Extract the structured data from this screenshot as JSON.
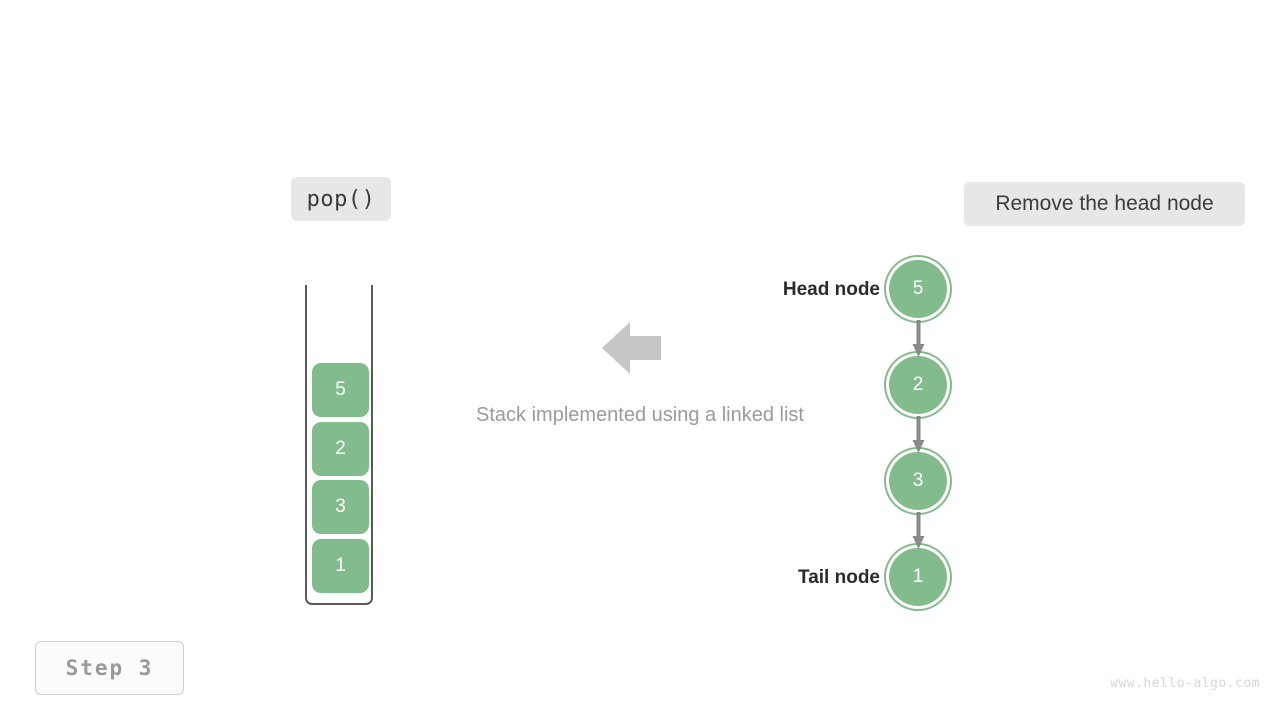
{
  "canvas": {
    "background": "#ffffff",
    "accent_green": "#82bc8c",
    "pill_background": "#e7e7e7",
    "arrow_gray": "#c6c6c6",
    "link_gray": "#8a8a8a",
    "caption_gray": "#9b9b9b"
  },
  "operation": {
    "label": "pop()"
  },
  "action": {
    "label": "Remove the head node"
  },
  "caption": {
    "text": "Stack implemented using a linked list"
  },
  "step": {
    "label": "Step 3"
  },
  "watermark": {
    "text": "www.hello-algo.com"
  },
  "stack": {
    "cells": [
      {
        "value": "5"
      },
      {
        "value": "2"
      },
      {
        "value": "3"
      },
      {
        "value": "1"
      }
    ]
  },
  "linked_list": {
    "head_label": "Head node",
    "tail_label": "Tail node",
    "nodes": [
      {
        "value": "5"
      },
      {
        "value": "2"
      },
      {
        "value": "3"
      },
      {
        "value": "1"
      }
    ]
  }
}
